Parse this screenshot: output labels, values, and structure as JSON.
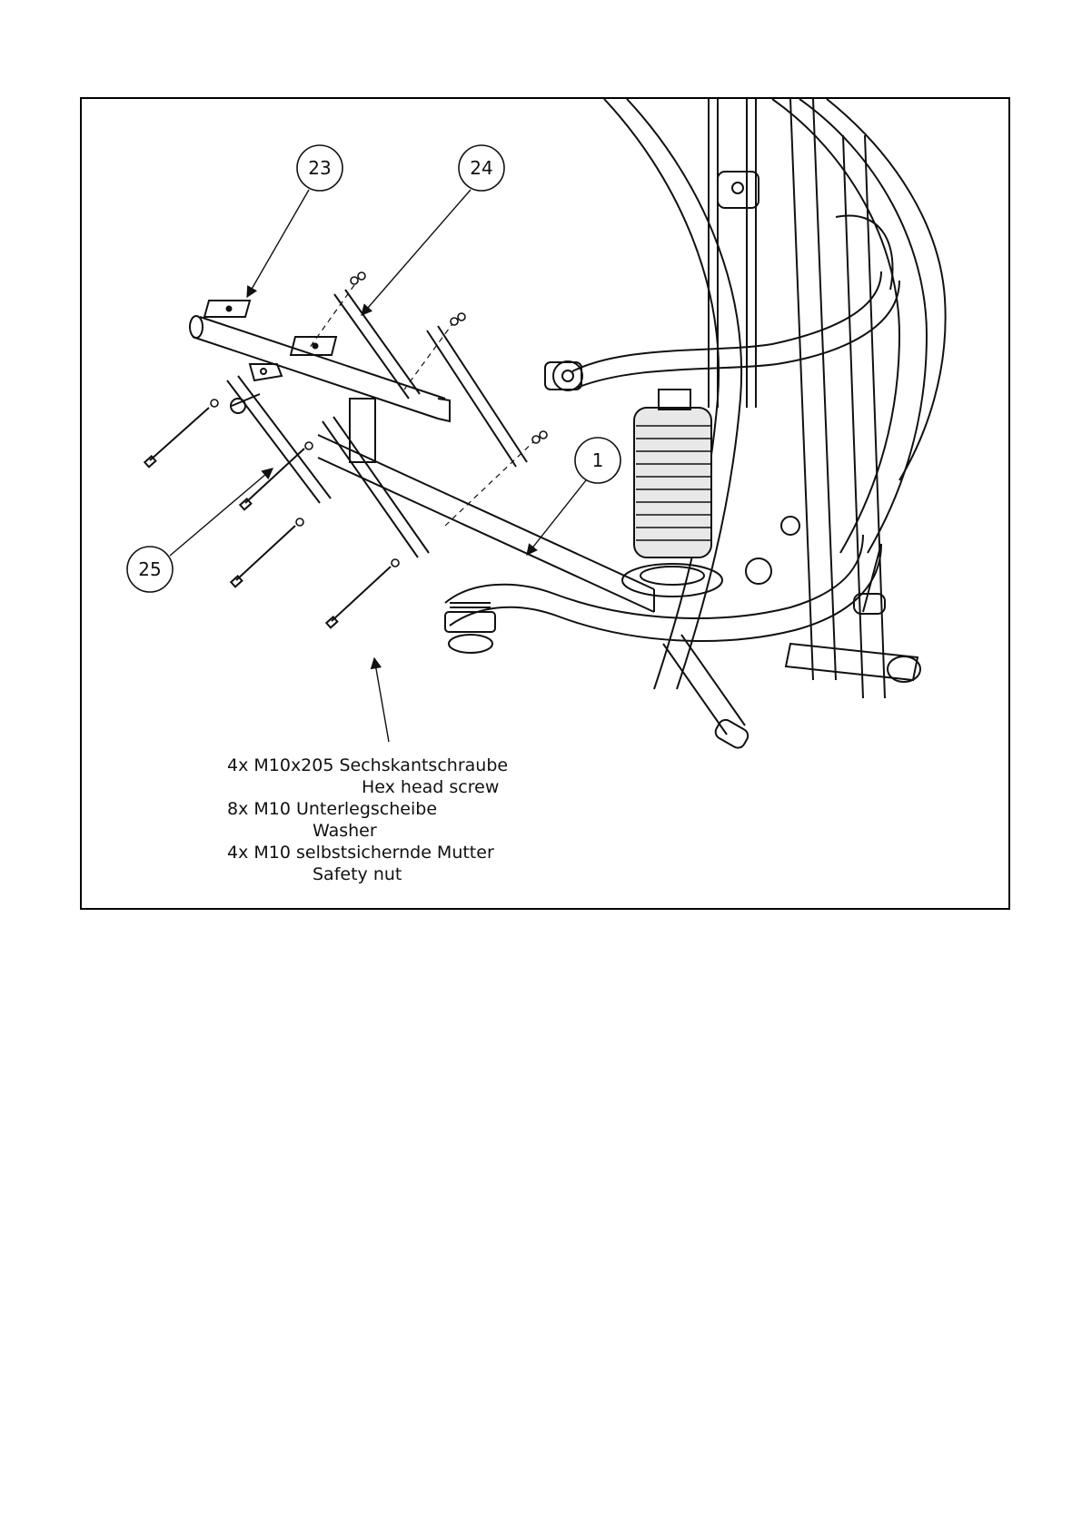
{
  "callouts": {
    "c23": "23",
    "c24": "24",
    "c1": "1",
    "c25": "25"
  },
  "parts_list": {
    "screw_de": "4x M10x205 Sechskantschraube",
    "screw_en": "Hex head screw",
    "washer_de": "8x M10 Unterlegscheibe",
    "washer_en": "Washer",
    "nut_de": "4x M10 selbstsichernde Mutter",
    "nut_en": "Safety nut"
  },
  "colors": {
    "line": "#111111",
    "paper": "#ffffff",
    "shade": "#cfcfcf"
  }
}
